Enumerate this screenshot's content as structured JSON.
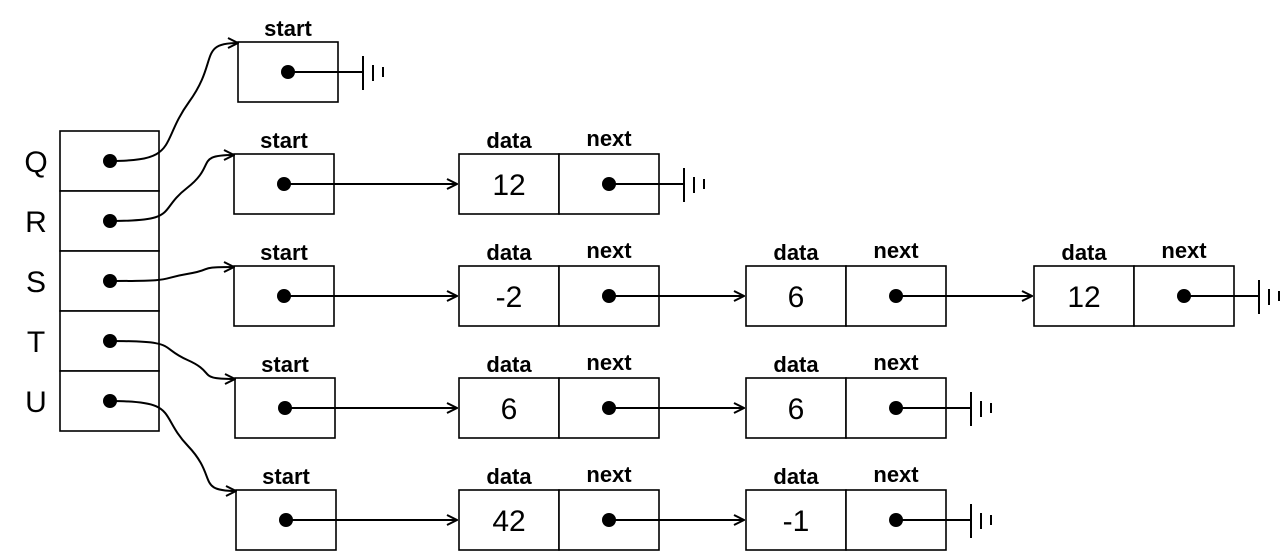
{
  "variables": [
    {
      "name": "Q",
      "list": []
    },
    {
      "name": "R",
      "list": [
        "12"
      ]
    },
    {
      "name": "S",
      "list": [
        "-2",
        "6",
        "12"
      ]
    },
    {
      "name": "T",
      "list": [
        "6",
        "6"
      ]
    },
    {
      "name": "U",
      "list": [
        "42",
        "-1"
      ]
    }
  ],
  "labels": {
    "start": "start",
    "data": "data",
    "next": "next"
  }
}
